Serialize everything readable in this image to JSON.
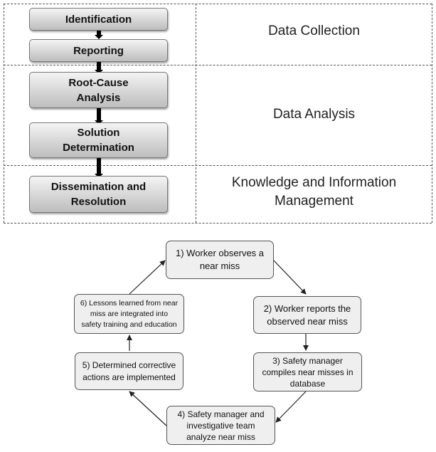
{
  "process": {
    "steps": [
      {
        "label": "Identification"
      },
      {
        "label": "Reporting"
      },
      {
        "label": "Root-Cause\nAnalysis"
      },
      {
        "label": "Solution\nDetermination"
      },
      {
        "label": "Dissemination and\nResolution"
      }
    ],
    "phases": [
      {
        "label": "Data Collection"
      },
      {
        "label": "Data Analysis"
      },
      {
        "label": "Knowledge and Information\nManagement"
      }
    ]
  },
  "cycle": {
    "nodes": [
      {
        "label": "1) Worker observes a\nnear miss"
      },
      {
        "label": "2) Worker reports the\nobserved near miss"
      },
      {
        "label": "3) Safety manager\ncompiles near misses in\ndatabase"
      },
      {
        "label": "4) Safety manager and\ninvestigative team\nanalyze near miss"
      },
      {
        "label": "5) Determined corrective\nactions are implemented"
      },
      {
        "label": "6) Lessons learned from near\nmiss are integrated into\nsafety training and education"
      }
    ]
  }
}
